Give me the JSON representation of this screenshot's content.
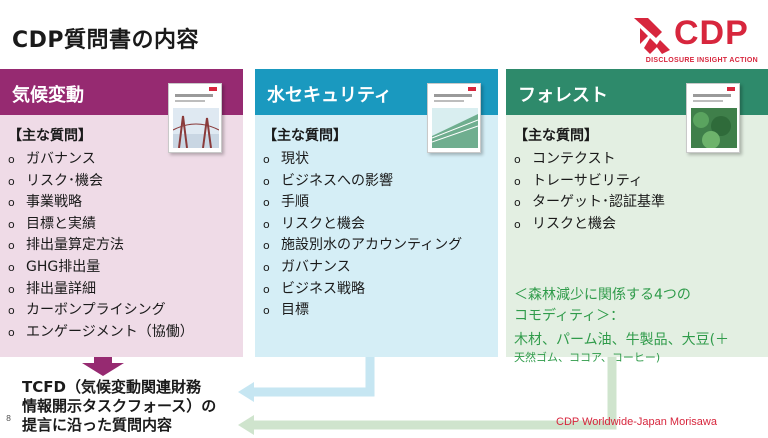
{
  "slide": {
    "title": "CDP質問書の内容",
    "page_number": "8",
    "credit": "CDP Worldwide-Japan Morisawa"
  },
  "logo": {
    "text": "CDP",
    "tagline": "DISCLOSURE INSIGHT ACTION",
    "color": "#d7263d"
  },
  "panels": {
    "climate": {
      "header": "気候変動",
      "section": "【主な質問】",
      "color": "#962a71",
      "items": [
        "ガバナンス",
        "リスク･機会",
        "事業戦略",
        "目標と実績",
        "排出量算定方法",
        "GHG排出量",
        "排出量詳細",
        "カーボンプライシング",
        "エンゲージメント（協働）"
      ]
    },
    "water": {
      "header": "水セキュリティ",
      "section": "【主な質問】",
      "color": "#1a99bf",
      "items": [
        "現状",
        "ビジネスへの影響",
        "手順",
        "リスクと機会",
        "施設別水のアカウンティング",
        "ガバナンス",
        "ビジネス戦略",
        "目標"
      ]
    },
    "forest": {
      "header": "フォレスト",
      "section": "【主な質問】",
      "color": "#2e8a6b",
      "items": [
        "コンテクスト",
        "トレーサビリティ",
        "ターゲット･認証基準",
        "リスクと機会"
      ],
      "note_line1": "＜森林減少に関係する4つの",
      "note_line2": "コモディティ＞：",
      "commodities": "木材、パーム油、牛製品、大豆(＋",
      "commodities_extra": "天然ゴム、ココア、コーヒー)"
    }
  },
  "bullet": "o",
  "tcfd": {
    "line1": "TCFD（気候変動関連財務",
    "line2": "情報開示タスクフォース）の",
    "line3": "提言に沿った質問内容"
  }
}
